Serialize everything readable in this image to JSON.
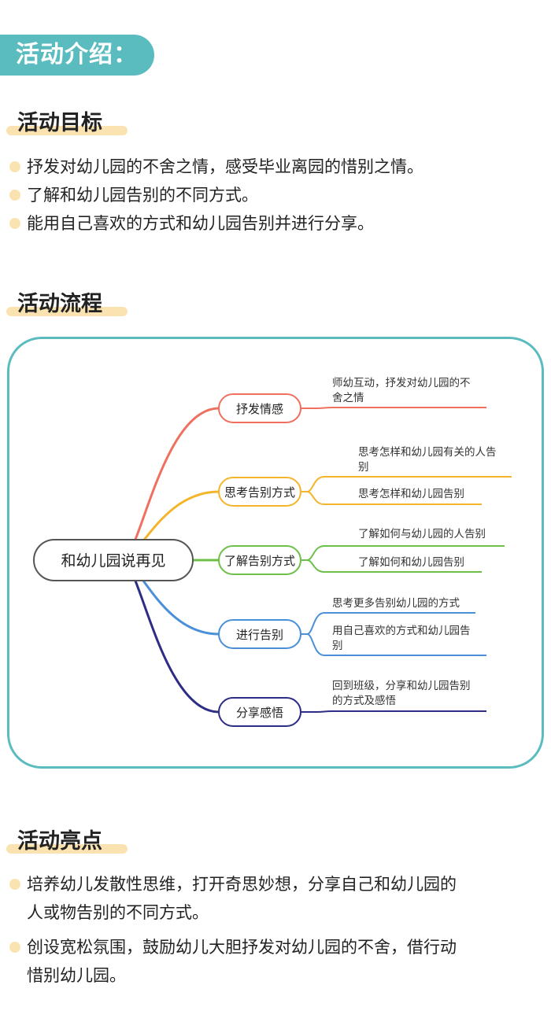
{
  "header": {
    "label": "活动介绍："
  },
  "goals": {
    "title": "活动目标",
    "items": [
      "抒发对幼儿园的不舍之情，感受毕业离园的惜别之情。",
      "了解和幼儿园告别的不同方式。",
      "能用自己喜欢的方式和幼儿园告别并进行分享。"
    ]
  },
  "process": {
    "title": "活动流程",
    "mindmap": {
      "root": "和幼儿园说再见",
      "branches": [
        {
          "label": "抒发情感",
          "color": "#f07060",
          "leaves": [
            "师幼互动，抒发对幼儿园的不舍之情"
          ],
          "leaf_lines": [
            [
              "师幼互动，抒发对幼儿园的不",
              "舍之情"
            ]
          ]
        },
        {
          "label": "思考告别方式",
          "color": "#f5b52b",
          "leaves": [
            "思考怎样和幼儿园有关的人告别",
            "思考怎样和幼儿园告别"
          ],
          "leaf_lines": [
            [
              "思考怎样和幼儿园有关的人告",
              "别"
            ],
            [
              "思考怎样和幼儿园告别"
            ]
          ]
        },
        {
          "label": "了解告别方式",
          "color": "#6cc04a",
          "leaves": [
            "了解如何与幼儿园的人告别",
            "了解如何和幼儿园告别"
          ],
          "leaf_lines": [
            [
              "了解如何与幼儿园的人告别"
            ],
            [
              "了解如何和幼儿园告别"
            ]
          ]
        },
        {
          "label": "进行告别",
          "color": "#4a8fd8",
          "leaves": [
            "思考更多告别幼儿园的方式",
            "用自己喜欢的方式和幼儿园告别"
          ],
          "leaf_lines": [
            [
              "思考更多告别幼儿园的方式"
            ],
            [
              "用自己喜欢的方式和幼儿园告",
              "别"
            ]
          ]
        },
        {
          "label": "分享感悟",
          "color": "#2d2d85",
          "leaves": [
            "回到班级，分享和幼儿园告别的方式及感悟"
          ],
          "leaf_lines": [
            [
              "回到班级，分享和幼儿园告别",
              "的方式及感悟"
            ]
          ]
        }
      ],
      "root_border": "#555555",
      "accent": "#5bbcc0"
    }
  },
  "highlights": {
    "title": "活动亮点",
    "items": [
      {
        "lines": [
          "培养幼儿发散性思维，打开奇思妙想，分享自己和幼儿园的",
          "人或物告别的不同方式。"
        ]
      },
      {
        "lines": [
          "创设宽松氛围，鼓励幼儿大胆抒发对幼儿园的不舍，借行动",
          "惜别幼儿园。"
        ]
      }
    ]
  },
  "colors": {
    "accent": "#5bbcc0",
    "bullet": "#fbe3b1",
    "underline": "#fbe3b1"
  }
}
